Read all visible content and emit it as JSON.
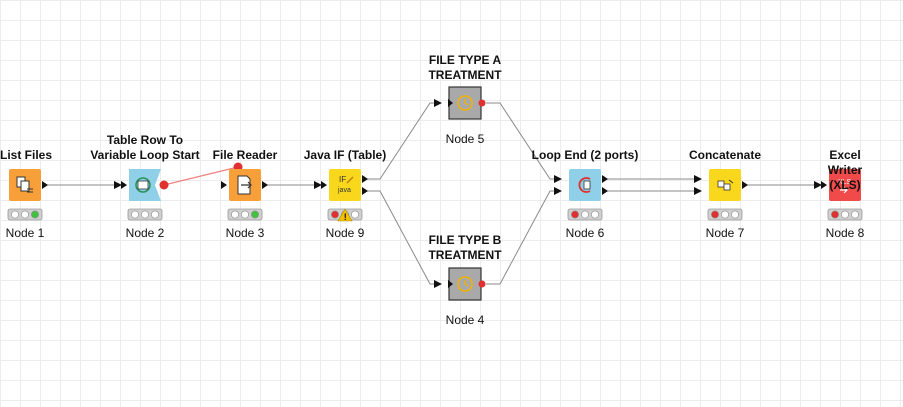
{
  "colors": {
    "source": "#f7a03a",
    "loop": "#8fd0e8",
    "manipulator": "#f9d71c",
    "meta": "#a9a9a9",
    "sink": "#f04a4a",
    "status_red": "#e03030",
    "status_green": "#3fc33f",
    "status_empty": "#ffffff",
    "warning": "#f2c200",
    "flow_variable_line": "#f08080"
  },
  "nodes": [
    {
      "id": "list-files",
      "title": "List Files",
      "label": "Node 1",
      "kind": "source",
      "icon": "list-files-icon",
      "status": "green"
    },
    {
      "id": "table-row-to-variable-loop-start",
      "title": "Table Row To\nVariable Loop Start",
      "label": "Node 2",
      "kind": "loop",
      "icon": "loop-start-icon",
      "status": "empty"
    },
    {
      "id": "file-reader",
      "title": "File Reader",
      "label": "Node 3",
      "kind": "source",
      "icon": "file-reader-icon",
      "status": "green"
    },
    {
      "id": "java-if-table",
      "title": "Java IF (Table)",
      "label": "Node 9",
      "kind": "manipulator",
      "icon": "java-if-icon",
      "icon_text": [
        "IF",
        "java"
      ],
      "status": "red",
      "warning": true
    },
    {
      "id": "file-type-a-treatment",
      "title": "FILE TYPE A\nTREATMENT",
      "label": "Node 5",
      "kind": "meta",
      "icon": "metanode-clock-icon",
      "status": "none"
    },
    {
      "id": "file-type-b-treatment",
      "title": "FILE TYPE B\nTREATMENT",
      "label": "Node 4",
      "kind": "meta",
      "icon": "metanode-clock-icon",
      "status": "none"
    },
    {
      "id": "loop-end-2-ports",
      "title": "Loop End (2 ports)",
      "label": "Node 6",
      "kind": "loop",
      "icon": "loop-end-icon",
      "status": "red"
    },
    {
      "id": "concatenate",
      "title": "Concatenate",
      "label": "Node 7",
      "kind": "manipulator",
      "icon": "concatenate-icon",
      "status": "red"
    },
    {
      "id": "excel-writer-xls",
      "title": "Excel Writer (XLS)",
      "label": "Node 8",
      "kind": "sink",
      "icon": "excel-writer-icon",
      "icon_text": [
        "XLS"
      ],
      "status": "red"
    }
  ],
  "connections": [
    {
      "from": "list-files",
      "to": "table-row-to-variable-loop-start",
      "type": "data"
    },
    {
      "from": "table-row-to-variable-loop-start",
      "to": "file-reader",
      "type": "flow-variable"
    },
    {
      "from": "file-reader",
      "to": "java-if-table",
      "type": "data"
    },
    {
      "from": "java-if-table",
      "to": "file-type-a-treatment",
      "type": "data",
      "from_port": 1
    },
    {
      "from": "java-if-table",
      "to": "file-type-b-treatment",
      "type": "data",
      "from_port": 2
    },
    {
      "from": "file-type-a-treatment",
      "to": "loop-end-2-ports",
      "type": "data",
      "to_port": 1
    },
    {
      "from": "file-type-b-treatment",
      "to": "loop-end-2-ports",
      "type": "data",
      "to_port": 2
    },
    {
      "from": "loop-end-2-ports",
      "to": "concatenate",
      "type": "data",
      "from_port": 1,
      "to_port": 1
    },
    {
      "from": "loop-end-2-ports",
      "to": "concatenate",
      "type": "data",
      "from_port": 2,
      "to_port": 2
    },
    {
      "from": "concatenate",
      "to": "excel-writer-xls",
      "type": "data"
    }
  ]
}
